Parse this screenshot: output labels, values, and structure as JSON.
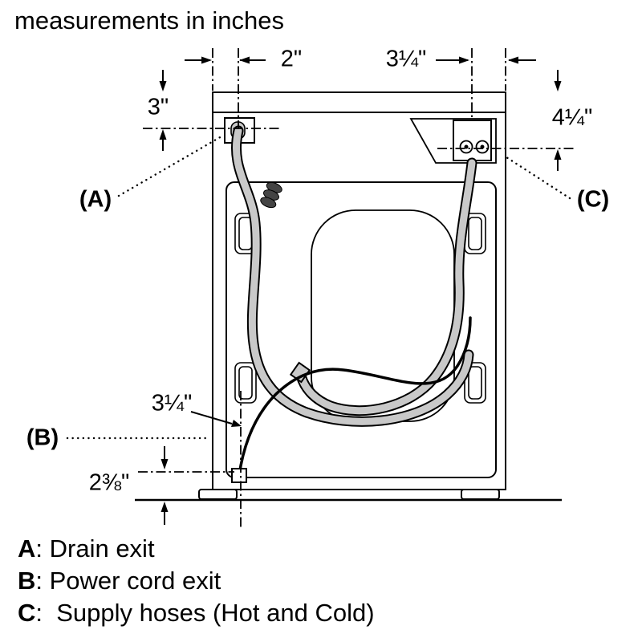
{
  "title": "measurements in inches",
  "dimensions": {
    "drain_offset_x": "2\"",
    "supply_offset_x": "3¼\"",
    "drain_offset_y": "3\"",
    "supply_offset_y": "4¼\"",
    "cord_offset_x": "3¼\"",
    "cord_height": "2⅜\""
  },
  "callouts": {
    "a": "(A)",
    "b": "(B)",
    "c": "(C)"
  },
  "legend": {
    "separator": ": ",
    "items": [
      {
        "letter": "A",
        "desc": "Drain exit"
      },
      {
        "letter": "B",
        "desc": "Power cord exit"
      },
      {
        "letter": "C",
        "desc": " Supply hoses (Hot and Cold)"
      }
    ]
  },
  "colors": {
    "line": "#000000",
    "hose_fill": "#c9c9c9",
    "background": "#ffffff"
  }
}
